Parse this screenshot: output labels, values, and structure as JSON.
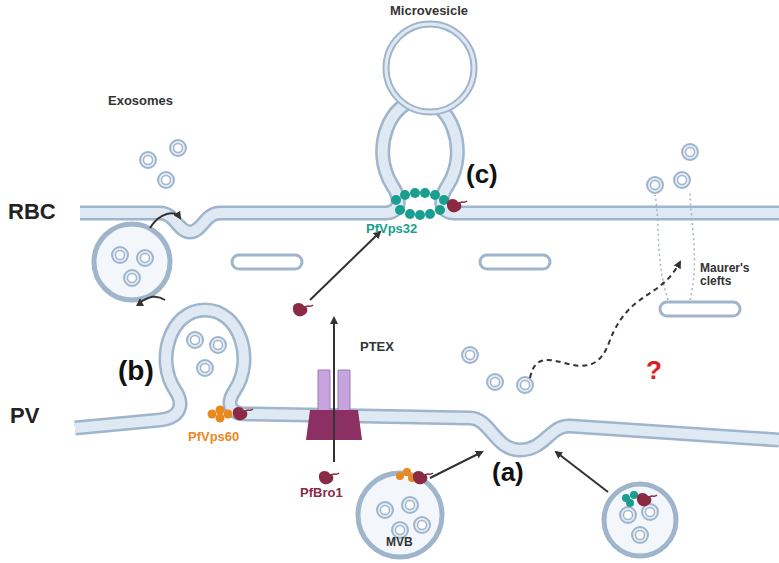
{
  "diagram": {
    "labels": [
      "Microvesicle",
      "Exosomes",
      "RBC",
      "(c)",
      "PfVps32",
      "Maurer's clefts",
      "(b)",
      "PTEX",
      "PfVps60",
      "PV",
      "PfBro1",
      "(a)",
      "MVB",
      "?"
    ]
  }
}
